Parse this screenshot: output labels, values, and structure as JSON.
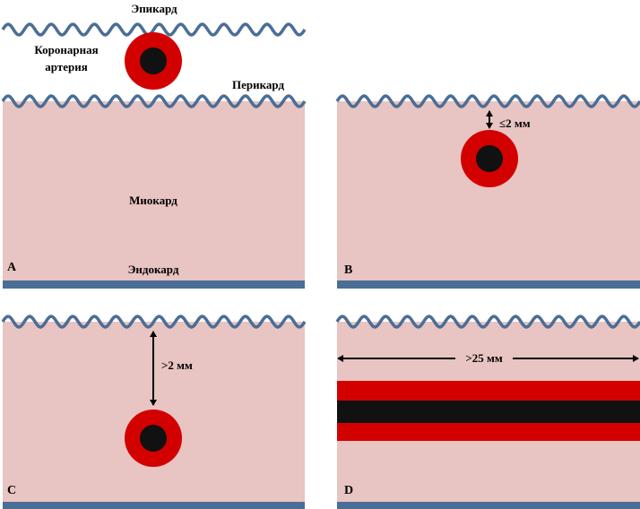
{
  "colors": {
    "myocardium": "#e8c4c2",
    "wave": "#4b6e96",
    "endocardium": "#4b6e96",
    "artery_wall": "#d30000",
    "artery_lumen": "#111111",
    "arrow": "#000000"
  },
  "panels": [
    {
      "letter": "A",
      "labels": {
        "epicardium": "Эпикард",
        "coronary_line1": "Коронарная",
        "coronary_line2": "артерия",
        "pericardium": "Перикард",
        "myocardium": "Миокард",
        "endocardium": "Эндокард"
      }
    },
    {
      "letter": "B",
      "measurement": "≤2 мм"
    },
    {
      "letter": "C",
      "measurement": ">2 мм"
    },
    {
      "letter": "D",
      "measurement": ">25 мм"
    }
  ]
}
